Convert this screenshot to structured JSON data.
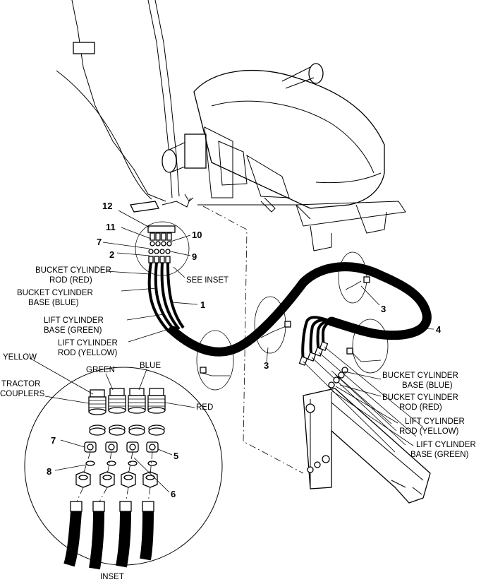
{
  "labels": {
    "item_12": "12",
    "item_11": "11",
    "item_10": "10",
    "item_7_top": "7",
    "item_9": "9",
    "item_2": "2",
    "bucket_rod_red_l1": "BUCKET CYLINDER",
    "bucket_rod_red_l2": "ROD (RED)",
    "see_inset": "SEE INSET",
    "bucket_base_blue_l1": "BUCKET CYLINDER",
    "bucket_base_blue_l2": "BASE (BLUE)",
    "item_1": "1",
    "lift_base_green_l1": "LIFT CYLINDER",
    "lift_base_green_l2": "BASE (GREEN)",
    "lift_rod_yellow_l1": "LIFT CYLINDER",
    "lift_rod_yellow_l2": "ROD (YELLOW)",
    "item_3_right": "3",
    "item_4": "4",
    "item_3_left": "3",
    "r_bucket_base_l1": "BUCKET CYLINDER",
    "r_bucket_base_l2": "BASE (BLUE)",
    "r_bucket_rod_l1": "BUCKET CYLINDER",
    "r_bucket_rod_l2": "ROD (RED)",
    "r_lift_rod_l1": "LIFT CYLINDER",
    "r_lift_rod_l2": "ROD (YELLOW)",
    "r_lift_base_l1": "LIFT CYLINDER",
    "r_lift_base_l2": "BASE (GREEN)",
    "yellow": "YELLOW",
    "green": "GREEN",
    "blue": "BLUE",
    "red": "RED",
    "tractor_l1": "TRACTOR",
    "tractor_l2": "COUPLERS",
    "inset_7": "7",
    "inset_5": "5",
    "inset_8": "8",
    "inset_6": "6",
    "inset": "INSET"
  },
  "colors": {
    "line": "#000000",
    "background": "#ffffff"
  }
}
